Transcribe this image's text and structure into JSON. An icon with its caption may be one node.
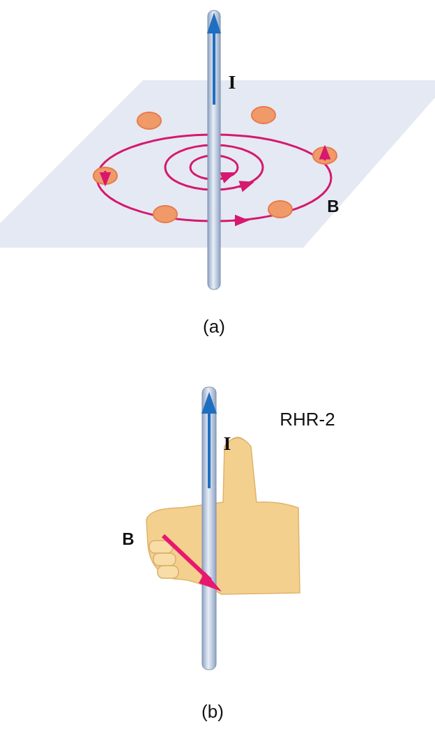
{
  "diagram": {
    "labels": [
      "I",
      "B",
      "(a)",
      "I",
      "RHR-2",
      "B",
      "(b)"
    ]
  }
}
